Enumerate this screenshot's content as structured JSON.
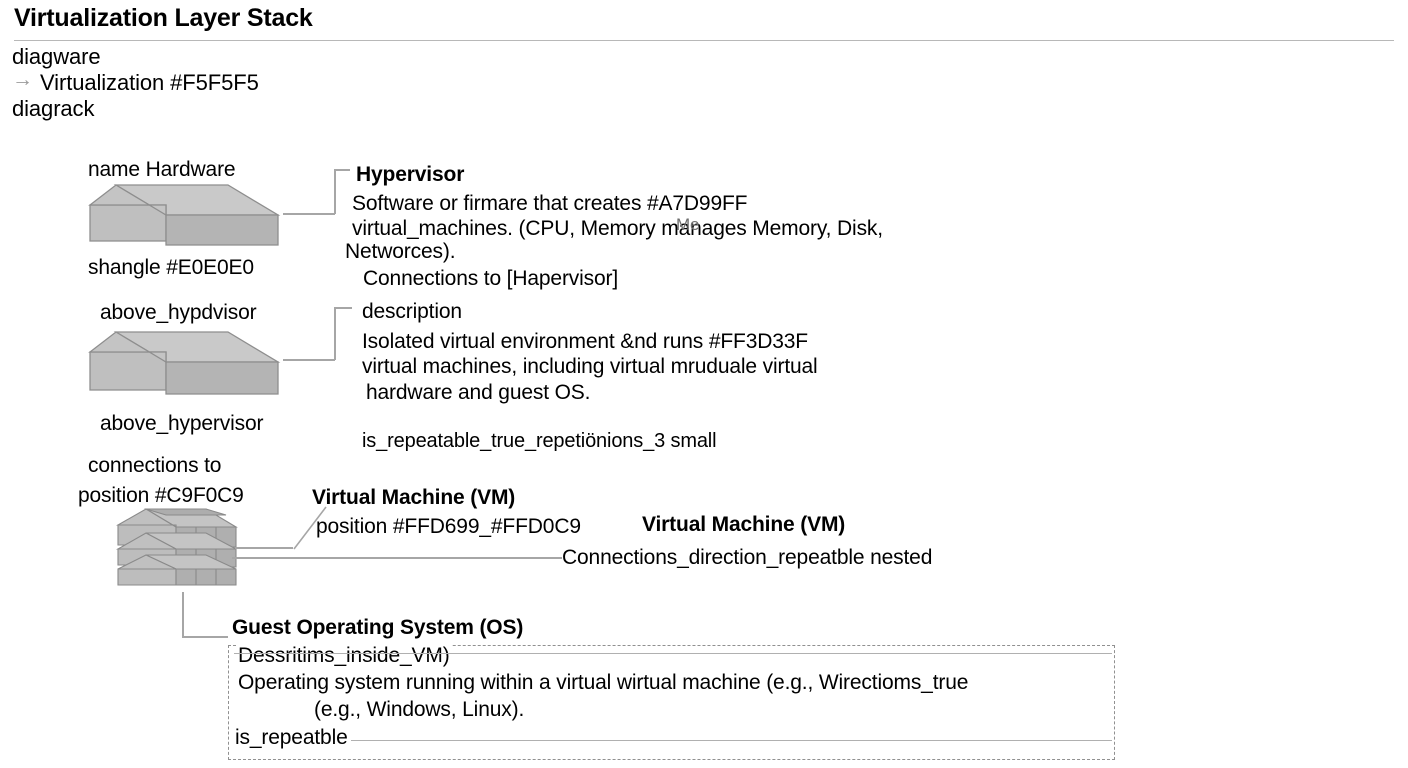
{
  "header": {
    "title": "Virtualization Layer Stack",
    "meta_line_1": "diagware",
    "meta_line_2": "Virtualization #F5F5F5",
    "meta_line_3": "diagrack",
    "arrow_icon": "→"
  },
  "hardware_layer": {
    "label_top": "name Hardware",
    "label_bottom": "shangle  #E0E0E0",
    "fill_color": "#C8C8C8",
    "side_color": "#B0B0B0"
  },
  "hypervisor_layer": {
    "label_top": "above_hypdvisor",
    "label_bottom": "above_hypervisor",
    "fill_color": "#C8C8C8",
    "side_color": "#B0B0B0"
  },
  "vm_rack": {
    "label_line_1": "connections to",
    "label_line_2": "position #C9F0C9",
    "fill_color": "#BDBDBD",
    "side_color": "#A8A8A8"
  },
  "callouts": {
    "hypervisor": {
      "title": "Hypervisor",
      "body_line_1": "Software or firmare that creates #A7D99FF",
      "body_line_2": "virtual_machines.      (CPU, Memory manages Memory, Disk,",
      "body_line_2_overlap": "Me",
      "body_line_3": "Networces).",
      "body_line_4": "Connections to  [Hapervisor]"
    },
    "description": {
      "title": "description",
      "body_line_1": "Isolated virtual environment &nd runs  #FF3D33F",
      "body_line_2": "virtual machines, including virtual mruduale virtual",
      "body_line_3": "hardware and guest OS.",
      "note": "is_repeatable_true_repetiönions_3 small"
    },
    "virtual_machine": {
      "title": "Virtual Machine (VM)",
      "position_line": "position #FFD699_#FFD0C9",
      "title_duplicate": "Virtual Machine (VM)",
      "connections_line": "Connections_direction_repeatble nested"
    },
    "guest_os": {
      "title": "Guest Operating System (OS)",
      "body_line_1": "Dessritims_inside_VM)",
      "body_line_2": "Operating system running within a virtual wirtual machine (e.g., Wirectioms_true",
      "body_line_3": "(e.g., Windows, Linux).",
      "body_line_4": "is_repeatble"
    }
  },
  "colors": {
    "rule": "#b8b8b8",
    "connector": "#a6a6a6",
    "dashed_border": "#909090"
  }
}
